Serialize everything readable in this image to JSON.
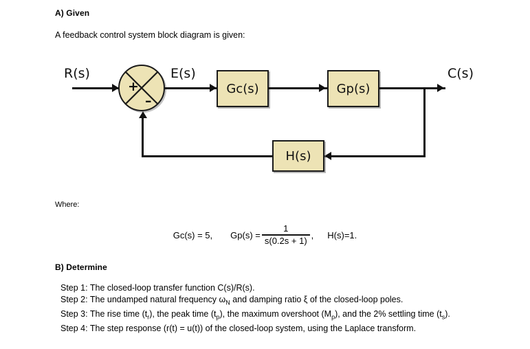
{
  "sections": {
    "given_heading": "A) Given",
    "given_intro": "A feedback control system block diagram is given:",
    "where_label": "Where:",
    "determine_heading": "B) Determine"
  },
  "diagram": {
    "input_label": "R(s)",
    "error_label": "E(s)",
    "output_label": "C(s)",
    "sum_plus": "+",
    "sum_minus": "–",
    "controller_block": "Gc(s)",
    "plant_block": "Gp(s)",
    "feedback_block": "H(s)",
    "block_fill": "#EDE3B5",
    "line_color": "#111111"
  },
  "equations": {
    "gc": "Gc(s) = 5,",
    "gp_label": "Gp(s) =",
    "gp_numerator": "1",
    "gp_denominator": "s(0.2s + 1)",
    "gp_comma": ",",
    "h": "H(s)=1."
  },
  "steps": [
    {
      "id": "step-1",
      "prefix": "Step 1:",
      "text": " The closed-loop transfer function C(s)/R(s)."
    },
    {
      "id": "step-2",
      "prefix": "Step 2:",
      "text_a": " The undamped natural frequency ω",
      "sub_a": "N",
      "text_b": " and damping ratio ξ of the closed-loop poles."
    },
    {
      "id": "step-3",
      "prefix": "Step 3:",
      "text_a": " The rise time (t",
      "sub_a": "r",
      "text_b": "), the peak time (t",
      "sub_b": "p",
      "text_c": "), the maximum overshoot (M",
      "sub_c": "p",
      "text_d": "), and the 2% settling time (t",
      "sub_d": "s",
      "text_e": ")."
    },
    {
      "id": "step-4",
      "prefix": "Step 4:",
      "text": " The step response (r(t) = u(t)) of the closed-loop system, using the Laplace transform."
    }
  ]
}
